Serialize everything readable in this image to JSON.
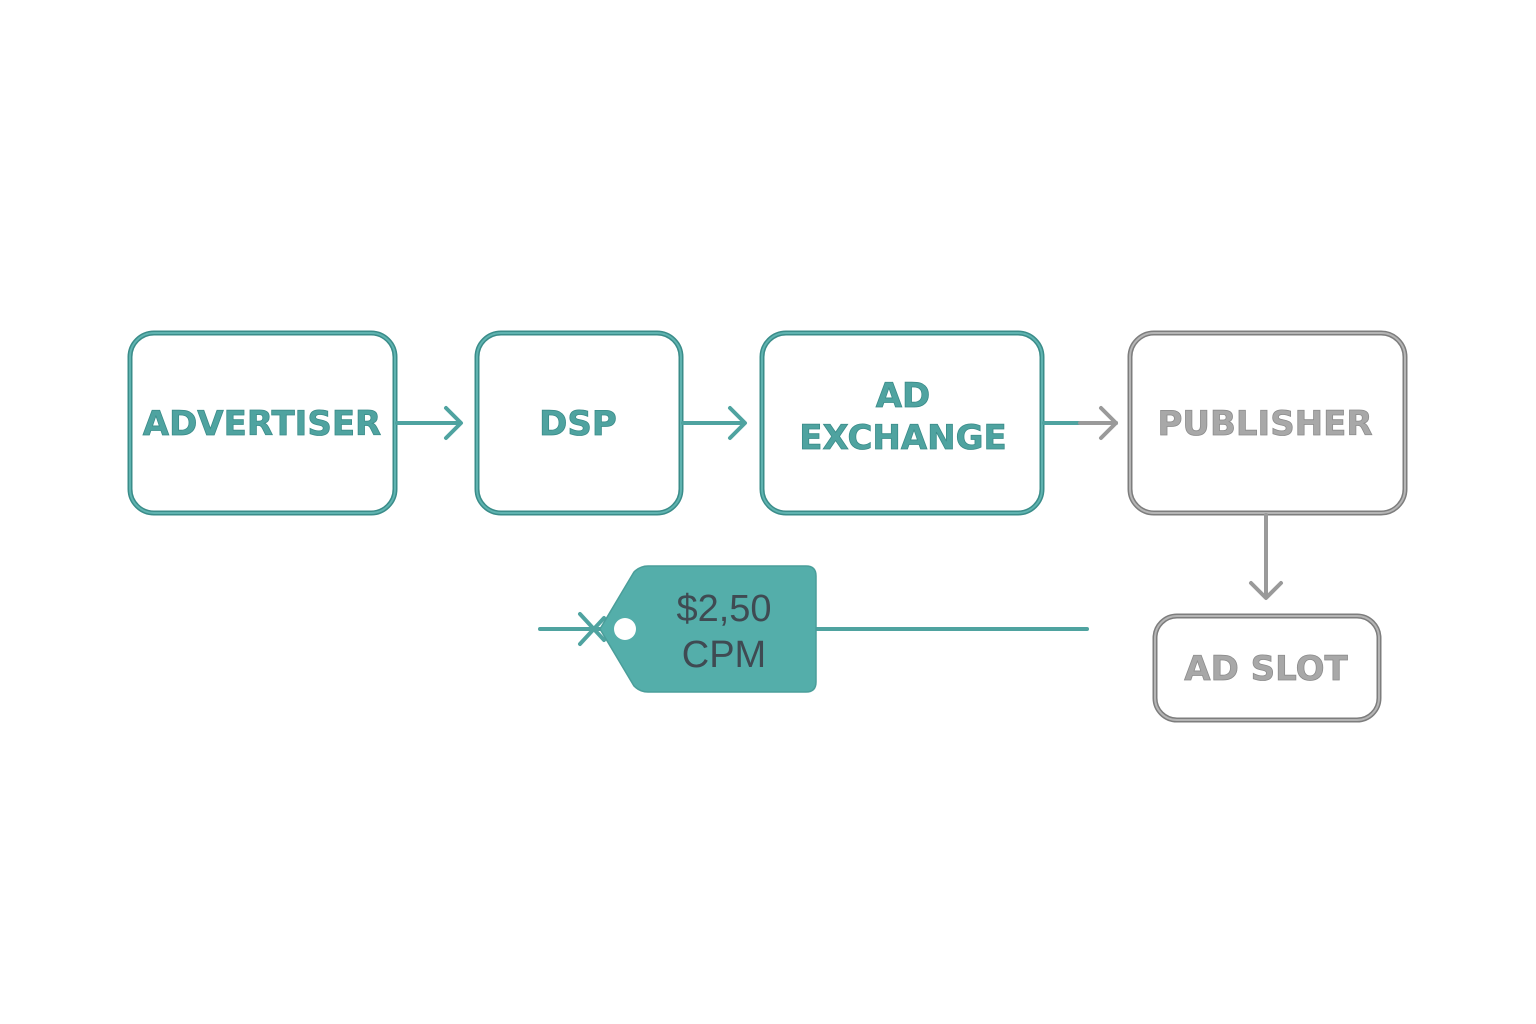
{
  "diagram": {
    "title": "Programmatic ad flow",
    "colors": {
      "teal": "#4fa3a0",
      "teal_dark": "#3a8c89",
      "gray": "#9a9a9a",
      "tag_text": "#3f4a52"
    },
    "nodes": [
      {
        "id": "advertiser",
        "lines": [
          "ADVERTISER"
        ],
        "style": "teal"
      },
      {
        "id": "dsp",
        "lines": [
          "DSP"
        ],
        "style": "teal"
      },
      {
        "id": "ad-exchange",
        "lines": [
          "AD",
          "EXCHANGE"
        ],
        "style": "teal"
      },
      {
        "id": "publisher",
        "lines": [
          "PUBLISHER"
        ],
        "style": "gray"
      },
      {
        "id": "ad-slot",
        "lines": [
          "AD SLOT"
        ],
        "style": "gray"
      }
    ],
    "edges": [
      {
        "from": "advertiser",
        "to": "dsp",
        "style": "teal"
      },
      {
        "from": "dsp",
        "to": "ad-exchange",
        "style": "teal"
      },
      {
        "from": "ad-exchange",
        "to": "publisher",
        "style": "gray"
      },
      {
        "from": "publisher",
        "to": "ad-slot",
        "style": "gray"
      }
    ],
    "price_tag": {
      "line1": "$2,50",
      "line2": "CPM"
    }
  }
}
